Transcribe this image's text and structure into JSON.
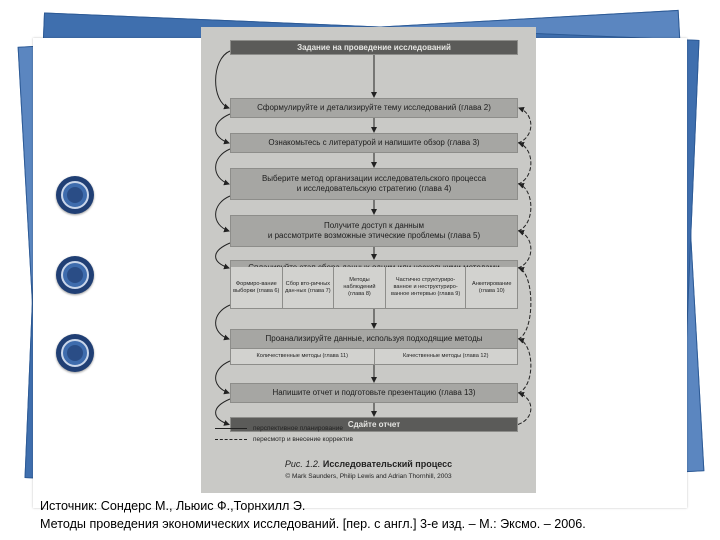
{
  "figure": {
    "steps": [
      {
        "label": "Задание на проведение исследований",
        "style": "dark"
      },
      {
        "label": "Сформулируйте и детализируйте тему исследований (глава 2)",
        "style": "normal"
      },
      {
        "label": "Ознакомьтесь с литературой и напишите обзор (глава 3)",
        "style": "normal"
      },
      {
        "label": "Выберите метод организации исследовательского процесса\nи исследовательскую стратегию (глава 4)",
        "style": "normal"
      },
      {
        "label": "Получите доступ к данным\nи рассмотрите возможные этические проблемы (глава 5)",
        "style": "normal"
      },
      {
        "label": "Спланируйте этап сбора данных одним или несколькими методами",
        "style": "normal"
      },
      {
        "label": "Проанализируйте данные, используя подходящие методы",
        "style": "normal"
      },
      {
        "label": "Напишите отчет и подготовьте презентацию (глава 13)",
        "style": "normal"
      },
      {
        "label": "Сдайте отчет",
        "style": "dark"
      }
    ],
    "collection_methods": [
      "Формиро-вание выборки (глава 6)",
      "Сбор вто-ричных дан-ных (глава 7)",
      "Методы наблюдений (глава 8)",
      "Частично структуриро-ванное и неструктуриро-ванное интервью (глава 9)",
      "Анкетирование (глава 10)"
    ],
    "analysis_methods": [
      "Количественные методы (глава 11)",
      "Качественные методы (глава 12)"
    ],
    "legend": {
      "solid": "перспективное планирование",
      "dashed": "пересмотр и внесение корректив"
    },
    "caption": {
      "prefix": "Рис. 1.2.",
      "title": "Исследовательский процесс",
      "copyright": "© Mark Saunders, Philip Lewis and Adrian Thornhill, 2003"
    }
  },
  "footer": {
    "line1": "Источник: Сондерс М., Льюис Ф.,Торнхилл Э.",
    "line2": "Методы проведения экономических исследований. [пер. с англ.] 3-е изд. – М.: Эксмо. – 2006."
  },
  "colors": {
    "slide_blue": "#4a78b4",
    "ring_blue": "#203f74",
    "scan_gray": "#c9c9c6",
    "box_gray": "#a6a6a3",
    "dark_box": "#5b5b59"
  }
}
